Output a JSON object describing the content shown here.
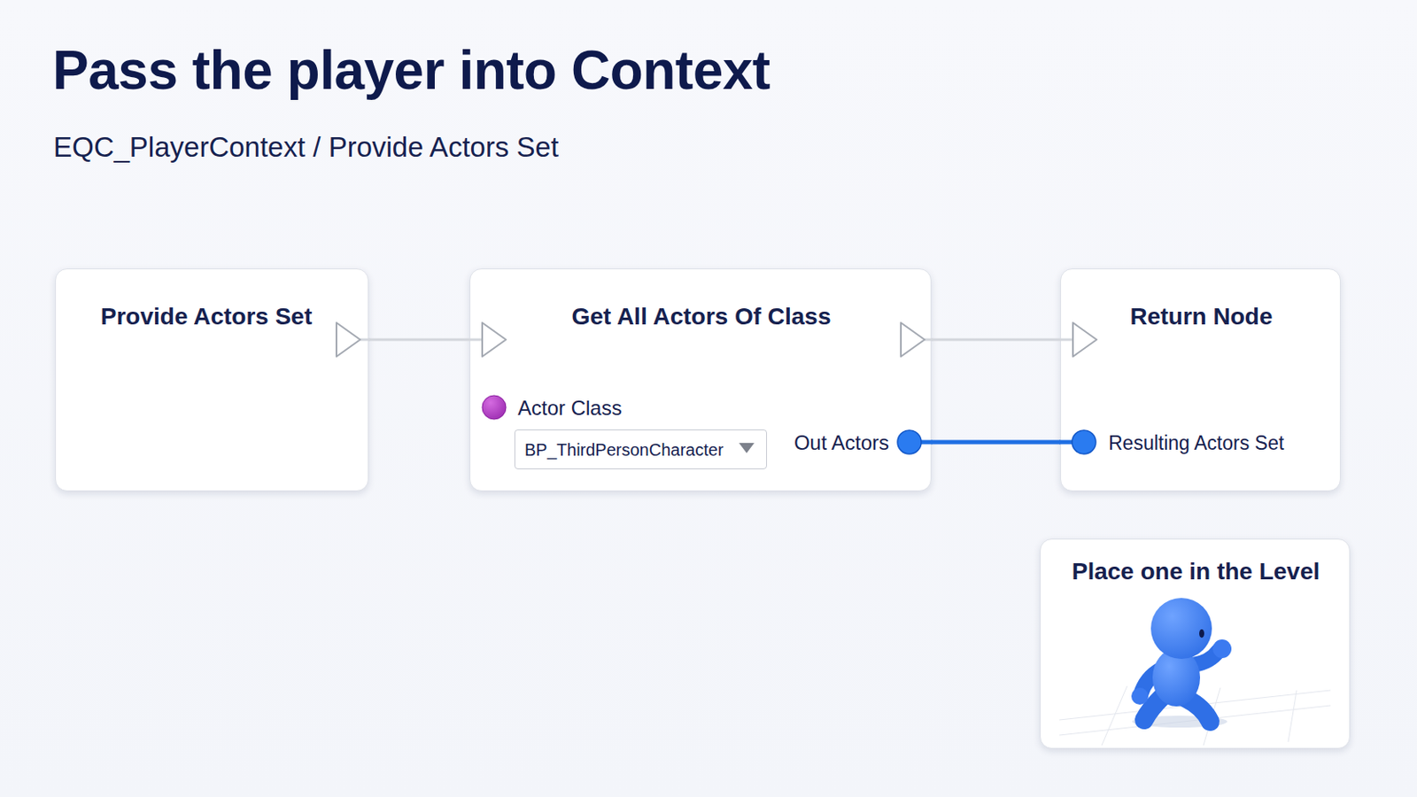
{
  "diagram": {
    "title": "Pass the player into Context",
    "nodes": [
      {
        "text": [
          "Provide Actors Set"
        ]
      },
      {
        "text": [
          "Get All Actors Of Class",
          "Actor Class",
          "Out Actors"
        ]
      },
      {
        "text": [
          "BP_ThirdPersonCharacter"
        ],
        "in": 1
      },
      {
        "text": [
          "Return Node",
          "Resulting Actors Set"
        ]
      },
      {
        "text": [
          "Place one in the Level"
        ]
      }
    ],
    "edges": [
      {
        "from": 0,
        "to": 1,
        "arrow": "to"
      },
      {
        "from": 1,
        "to": 3,
        "arrow": "to"
      },
      {
        "from": 1,
        "to": 3,
        "arrow": "none"
      }
    ],
    "labels": [
      "EQC_PlayerContext / Provide Actors Set"
    ]
  }
}
